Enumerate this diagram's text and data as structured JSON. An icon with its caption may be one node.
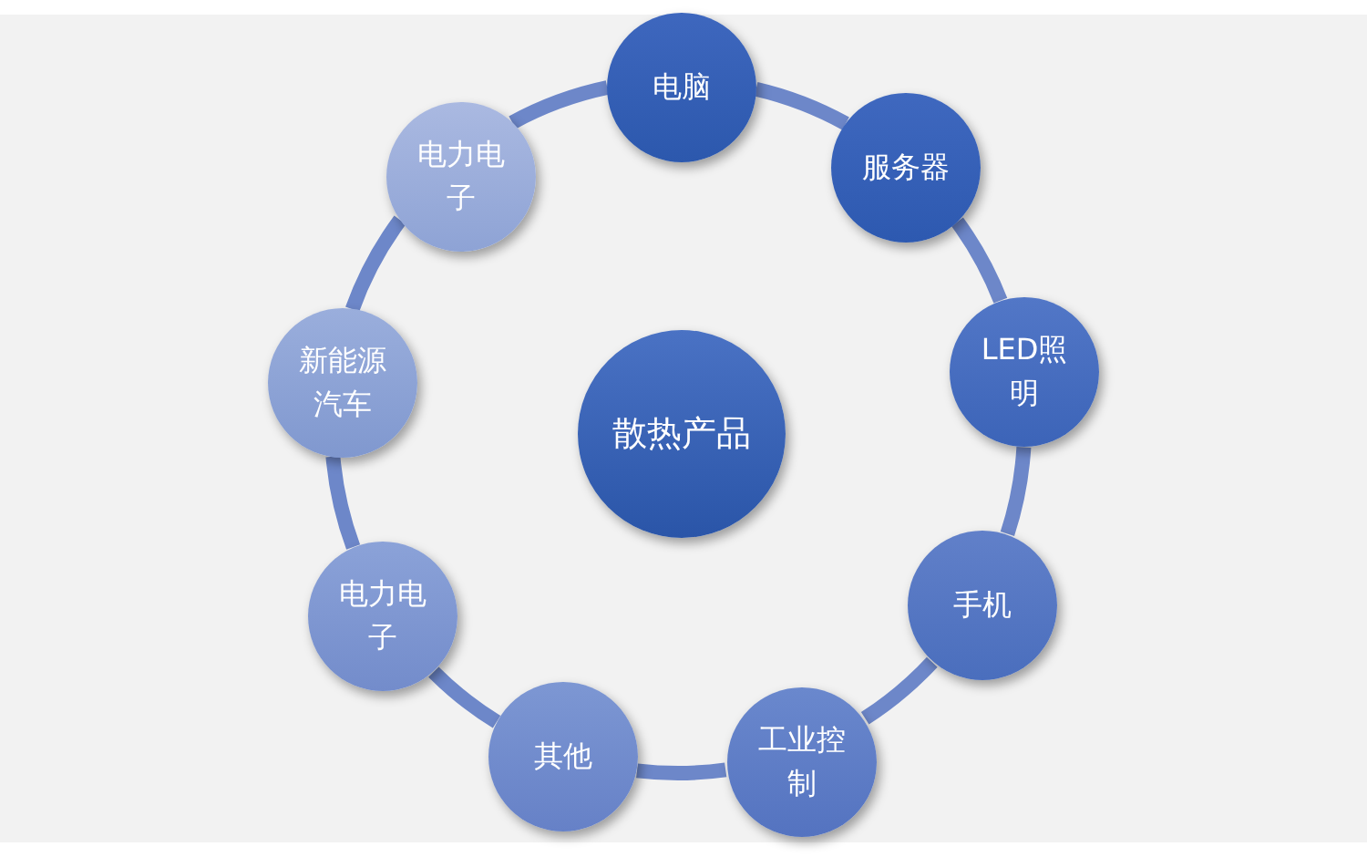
{
  "diagram": {
    "nodes": [
      {
        "text": [
          "散热产品"
        ]
      },
      {
        "text": [
          "电脑"
        ]
      },
      {
        "text": [
          "服务器"
        ]
      },
      {
        "text": [
          "LED照明"
        ]
      },
      {
        "text": [
          "手机"
        ]
      },
      {
        "text": [
          "工业控制"
        ]
      },
      {
        "text": [
          "其他"
        ]
      },
      {
        "text": [
          "电力电子"
        ]
      },
      {
        "text": [
          "新能源汽车"
        ]
      },
      {
        "text": [
          "电力电子"
        ]
      }
    ],
    "edges": [
      {
        "from": 1,
        "to": 2,
        "arrow": "none"
      },
      {
        "from": 2,
        "to": 3,
        "arrow": "none"
      },
      {
        "from": 3,
        "to": 4,
        "arrow": "none"
      },
      {
        "from": 4,
        "to": 5,
        "arrow": "none"
      },
      {
        "from": 5,
        "to": 6,
        "arrow": "none"
      },
      {
        "from": 6,
        "to": 7,
        "arrow": "none"
      },
      {
        "from": 7,
        "to": 8,
        "arrow": "none"
      },
      {
        "from": 8,
        "to": 9,
        "arrow": "none"
      },
      {
        "from": 9,
        "to": 1,
        "arrow": "none"
      }
    ]
  }
}
